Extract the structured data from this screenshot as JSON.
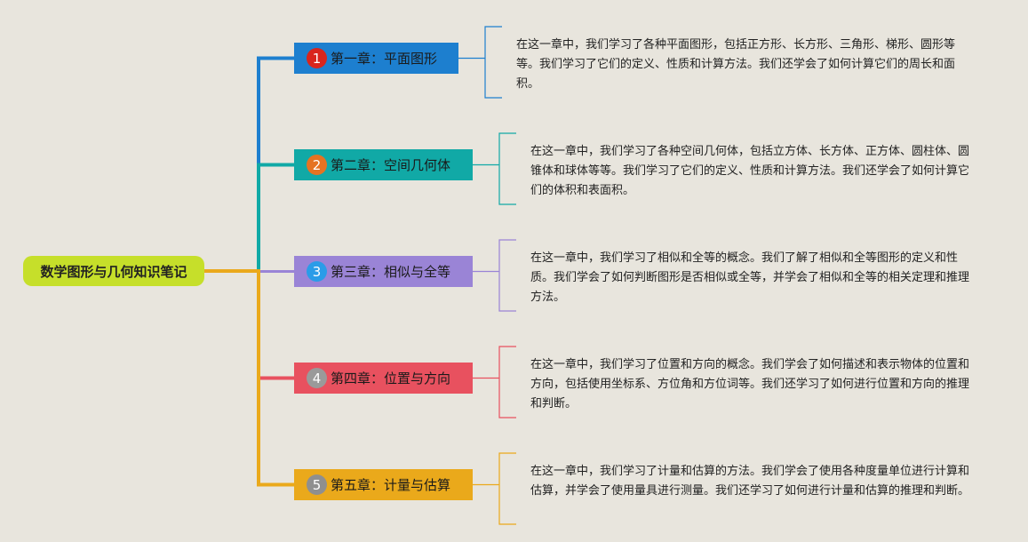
{
  "root": {
    "title": "数学图形与几何知识笔记",
    "color": "#c6df2a"
  },
  "chapters": [
    {
      "number": "1",
      "title": "第一章：平面图形",
      "color": "#1d7fcf",
      "badge_color": "#d9251d",
      "description": "在这一章中，我们学习了各种平面图形，包括正方形、长方形、三角形、梯形、圆形等等。我们学习了它们的定义、性质和计算方法。我们还学会了如何计算它们的周长和面积。"
    },
    {
      "number": "2",
      "title": "第二章：空间几何体",
      "color": "#11a9a6",
      "badge_color": "#e57322",
      "description": "在这一章中，我们学习了各种空间几何体，包括立方体、长方体、正方体、圆柱体、圆锥体和球体等等。我们学习了它们的定义、性质和计算方法。我们还学会了如何计算它们的体积和表面积。"
    },
    {
      "number": "3",
      "title": "第三章：相似与全等",
      "color": "#9a84d6",
      "badge_color": "#2a9ce8",
      "description": "在这一章中，我们学习了相似和全等的概念。我们了解了相似和全等图形的定义和性质。我们学会了如何判断图形是否相似或全等，并学会了相似和全等的相关定理和推理方法。"
    },
    {
      "number": "4",
      "title": "第四章：位置与方向",
      "color": "#e8515f",
      "badge_color": "#9a9a9a",
      "description": "在这一章中，我们学习了位置和方向的概念。我们学会了如何描述和表示物体的位置和方向，包括使用坐标系、方位角和方位词等。我们还学习了如何进行位置和方向的推理和判断。"
    },
    {
      "number": "5",
      "title": "第五章：计量与估算",
      "color": "#eaa91b",
      "badge_color": "#8f8f8f",
      "description": "在这一章中，我们学习了计量和估算的方法。我们学会了使用各种度量单位进行计算和估算，并学会了使用量具进行测量。我们还学习了如何进行计量和估算的推理和判断。"
    }
  ]
}
